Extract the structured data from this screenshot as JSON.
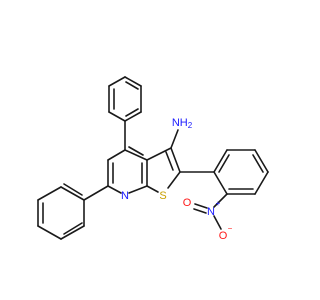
{
  "molecule": {
    "atoms": {
      "amine": {
        "label": "NH",
        "sub": "2",
        "color": "#1a1aff"
      },
      "pyridine_n": {
        "label": "N",
        "color": "#1a1aff"
      },
      "sulfur": {
        "label": "S",
        "color": "#c9a000"
      },
      "nitro_n": {
        "label": "N",
        "charge": "+",
        "color": "#1a1aff"
      },
      "nitro_o_single": {
        "label": "O",
        "charge": "−",
        "color": "#ff1a1a"
      },
      "nitro_o_double": {
        "label": "O",
        "color": "#ff1a1a"
      }
    }
  }
}
